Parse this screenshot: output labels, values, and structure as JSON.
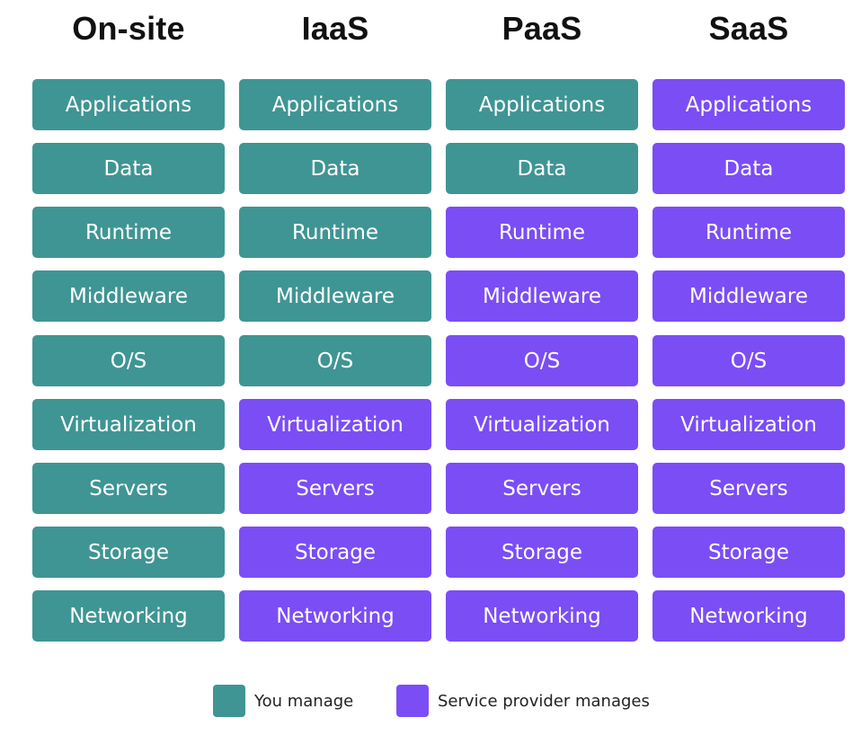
{
  "colors": {
    "you_manage": "#3f9594",
    "provider_manages": "#7b4df5"
  },
  "columns": [
    {
      "title": "On-site",
      "layers": [
        {
          "label": "Applications",
          "managed_by": "you"
        },
        {
          "label": "Data",
          "managed_by": "you"
        },
        {
          "label": "Runtime",
          "managed_by": "you"
        },
        {
          "label": "Middleware",
          "managed_by": "you"
        },
        {
          "label": "O/S",
          "managed_by": "you"
        },
        {
          "label": "Virtualization",
          "managed_by": "you"
        },
        {
          "label": "Servers",
          "managed_by": "you"
        },
        {
          "label": "Storage",
          "managed_by": "you"
        },
        {
          "label": "Networking",
          "managed_by": "you"
        }
      ]
    },
    {
      "title": "IaaS",
      "layers": [
        {
          "label": "Applications",
          "managed_by": "you"
        },
        {
          "label": "Data",
          "managed_by": "you"
        },
        {
          "label": "Runtime",
          "managed_by": "you"
        },
        {
          "label": "Middleware",
          "managed_by": "you"
        },
        {
          "label": "O/S",
          "managed_by": "you"
        },
        {
          "label": "Virtualization",
          "managed_by": "provider"
        },
        {
          "label": "Servers",
          "managed_by": "provider"
        },
        {
          "label": "Storage",
          "managed_by": "provider"
        },
        {
          "label": "Networking",
          "managed_by": "provider"
        }
      ]
    },
    {
      "title": "PaaS",
      "layers": [
        {
          "label": "Applications",
          "managed_by": "you"
        },
        {
          "label": "Data",
          "managed_by": "you"
        },
        {
          "label": "Runtime",
          "managed_by": "provider"
        },
        {
          "label": "Middleware",
          "managed_by": "provider"
        },
        {
          "label": "O/S",
          "managed_by": "provider"
        },
        {
          "label": "Virtualization",
          "managed_by": "provider"
        },
        {
          "label": "Servers",
          "managed_by": "provider"
        },
        {
          "label": "Storage",
          "managed_by": "provider"
        },
        {
          "label": "Networking",
          "managed_by": "provider"
        }
      ]
    },
    {
      "title": "SaaS",
      "layers": [
        {
          "label": "Applications",
          "managed_by": "provider"
        },
        {
          "label": "Data",
          "managed_by": "provider"
        },
        {
          "label": "Runtime",
          "managed_by": "provider"
        },
        {
          "label": "Middleware",
          "managed_by": "provider"
        },
        {
          "label": "O/S",
          "managed_by": "provider"
        },
        {
          "label": "Virtualization",
          "managed_by": "provider"
        },
        {
          "label": "Servers",
          "managed_by": "provider"
        },
        {
          "label": "Storage",
          "managed_by": "provider"
        },
        {
          "label": "Networking",
          "managed_by": "provider"
        }
      ]
    }
  ],
  "legend": [
    {
      "label": "You manage",
      "key": "you"
    },
    {
      "label": "Service provider manages",
      "key": "provider"
    }
  ]
}
